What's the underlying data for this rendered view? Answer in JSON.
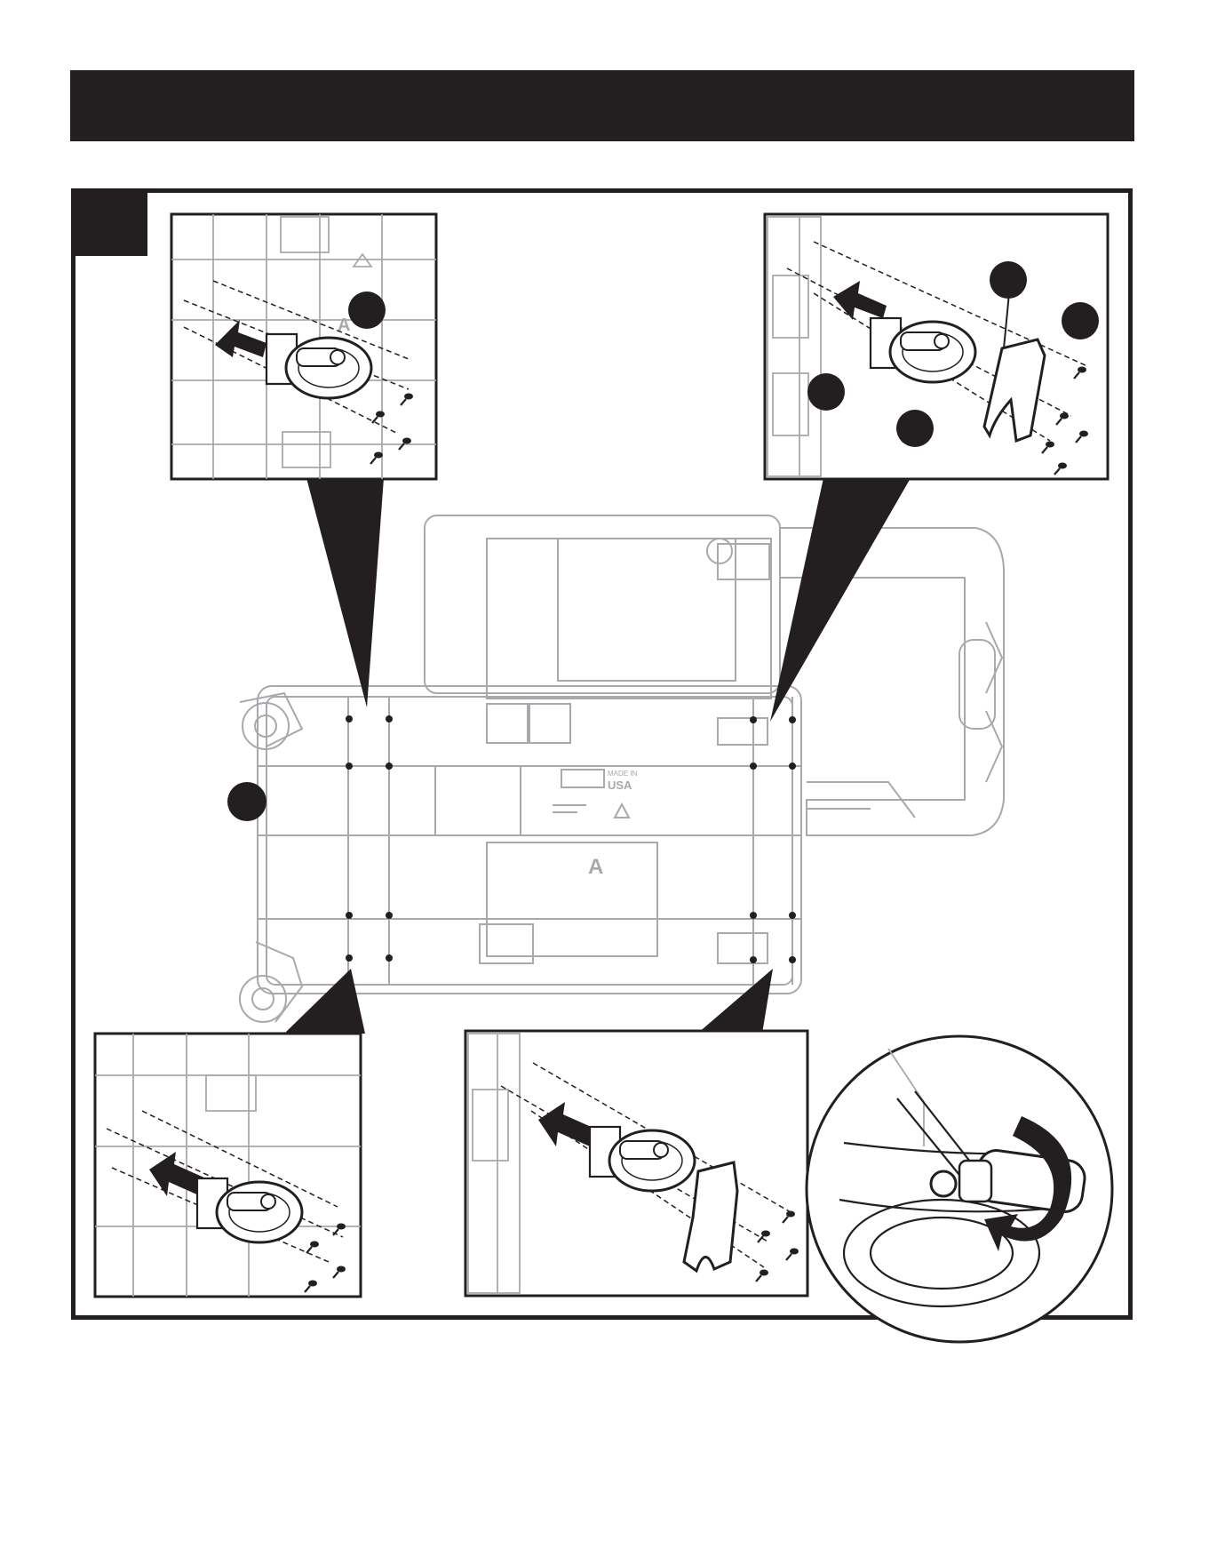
{
  "product_label": {
    "made_in": "MADE IN",
    "country": "USA"
  },
  "part_letter": "A",
  "colors": {
    "ink": "#231f20",
    "line": "#a7a9ac",
    "paper": "#ffffff"
  },
  "icons": {
    "callout": "callout-circle",
    "arrow": "insert-arrow",
    "screw": "screw-icon",
    "rotate": "rotate-arrow-icon"
  }
}
